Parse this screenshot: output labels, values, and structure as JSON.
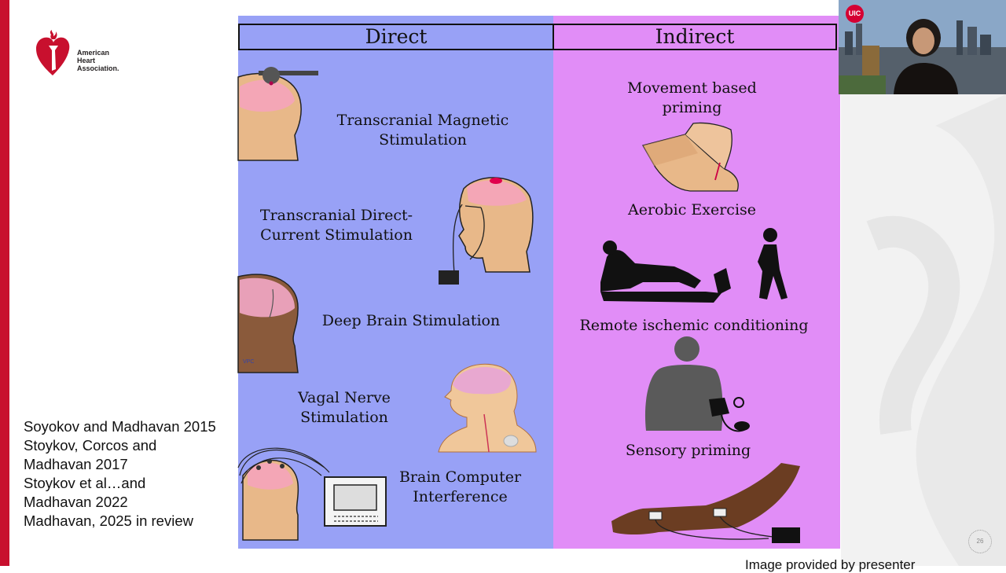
{
  "brand": {
    "logo_text": "American\nHeart\nAssociation.",
    "accent_color": "#c8102e"
  },
  "references": [
    "Soyokov and Madhavan 2015",
    "Stoykov, Corcos and",
    "Madhavan 2017",
    "Stoykov et al…and",
    "Madhavan 2022",
    "Madhavan, 2025 in review"
  ],
  "figure": {
    "direct_header": "Direct",
    "indirect_header": "Indirect",
    "direct_color": "#98a1f6",
    "indirect_color": "#e18df7",
    "direct_items": [
      "Transcranial Magnetic\nStimulation",
      "Transcranial Direct-\nCurrent Stimulation",
      "Deep Brain Stimulation",
      "Vagal Nerve\nStimulation",
      "Brain Computer\nInterference"
    ],
    "indirect_items": [
      "Movement based\npriming",
      "Aerobic Exercise",
      "Remote ischemic conditioning",
      "Sensory priming"
    ],
    "small_label": "VPC"
  },
  "video": {
    "badge": "UIC"
  },
  "slide_number": "26",
  "caption": "Image provided by presenter"
}
